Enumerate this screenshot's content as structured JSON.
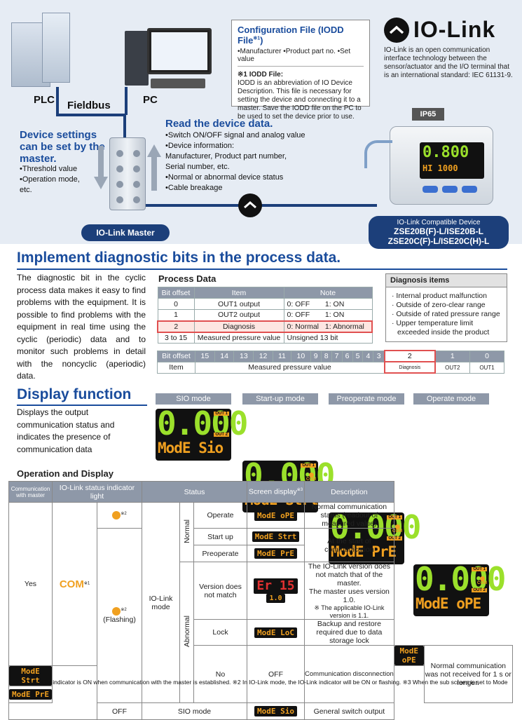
{
  "top": {
    "plc_label": "PLC",
    "fieldbus_label": "Fieldbus",
    "pc_label": "PC",
    "device_settings_heading": "Device settings can be set by the master.",
    "device_settings_items": [
      "•Threshold value",
      "•Operation mode,",
      "  etc."
    ],
    "read_heading": "Read the device data.",
    "read_items": [
      "•Switch ON/OFF signal and analog value",
      "•Device information:",
      " Manufacturer, Product part number,",
      " Serial number, etc.",
      "•Normal or abnormal device status",
      "•Cable breakage"
    ],
    "master_label": "IO-Link Master",
    "config_title": "Configuration File (IODD File",
    "config_title_sup": "※1",
    "config_title_end": ")",
    "config_sub": "•Manufacturer  •Product part no.  •Set value",
    "config_note_head": "※1  IODD File:",
    "config_note_body": "IODD is an abbreviation of IO Device Description. This file is necessary for setting the device and connecting it to a master. Save the IODD file on the PC to be used to set the device prior to use.",
    "logo_text": "IO-Link",
    "logo_desc": "IO-Link is an open communication interface technology between the sensor/actuator and the I/O terminal that is an international standard: IEC 61131-9.",
    "ip_label": "IP65",
    "device_card_line1": "IO-Link Compatible Device",
    "device_card_line2": "ZSE20B(F)-L/ISE20B-L",
    "device_card_line3": "ZSE20C(F)-L/ISE20C(H)-L",
    "sensor_main": "0.800",
    "sensor_sub": "HI 1000"
  },
  "diag": {
    "heading": "Implement diagnostic bits in the process data.",
    "body": "The diagnostic bit in the cyclic process data makes it easy to find problems with the equipment. It is possible to find problems with the equipment in real time using the cyclic (periodic) data and to monitor such problems in detail with the noncyclic (aperiodic) data.",
    "process_title": "Process Data",
    "pd_headers": [
      "Bit offset",
      "Item",
      "Note"
    ],
    "pd_rows": [
      [
        "0",
        "OUT1 output",
        "0: OFF",
        "1: ON"
      ],
      [
        "1",
        "OUT2 output",
        "0: OFF",
        "1: ON"
      ],
      [
        "2",
        "Diagnosis",
        "0: Normal",
        "1: Abnormal"
      ],
      [
        "3 to 15",
        "Measured pressure value",
        "Unsigned 13 bit",
        ""
      ]
    ],
    "bits_header": "Bit offset",
    "bits": [
      "15",
      "14",
      "13",
      "12",
      "11",
      "10",
      "9",
      "8",
      "7",
      "6",
      "5",
      "4",
      "3",
      "2",
      "1",
      "0"
    ],
    "item_label": "Item",
    "item_measured": "Measured pressure value",
    "item_diag": "Diagnosis",
    "item_out2": "OUT2",
    "item_out1": "OUT1",
    "diag_items_title": "Diagnosis items",
    "diag_items": [
      "· Internal product malfunction",
      "· Outside of zero-clear range",
      "· Outside of rated pressure range",
      "· Upper temperature limit",
      "  exceeded inside the product"
    ]
  },
  "display": {
    "heading": "Display function",
    "body": "Displays the output communication status and indicates the presence of communication data",
    "modes": [
      {
        "title": "SIO mode",
        "main": "0.000",
        "sub": "ModE Sio",
        "com": false
      },
      {
        "title": "Start-up mode",
        "main": "0.000",
        "sub": "ModE Strt",
        "com": true
      },
      {
        "title": "Preoperate mode",
        "main": "0.000",
        "sub": "ModE PrE",
        "com": true
      },
      {
        "title": "Operate mode",
        "main": "0.000",
        "sub": "ModE oPE",
        "com": true
      }
    ],
    "out1": "OUT 1",
    "out2": "OUT 2",
    "com": "COM"
  },
  "op": {
    "title": "Operation and Display",
    "h_comm": "Communication with master",
    "h_ind": "IO-Link status indicator light",
    "h_status": "Status",
    "h_screen": "Screen display",
    "h_screen_sup": "※3",
    "h_desc": "Description",
    "yes": "Yes",
    "no": "No",
    "com_label": "COM",
    "com_sup": "※1",
    "off": "OFF",
    "note2": "※2",
    "flashing": "(Flashing)",
    "iolink_mode": "IO-Link mode",
    "normal": "Normal",
    "abnormal": "Abnormal",
    "operate": "Operate",
    "startup": "Start up",
    "preoperate": "Preoperate",
    "version": "Version does not match",
    "lock": "Lock",
    "comm_disc": "Communication disconnection",
    "sio_mode": "SIO mode",
    "lcd_ope": "ModE oPE",
    "lcd_strt": "ModE Strt",
    "lcd_pre": "ModE PrE",
    "lcd_er": "Er 15",
    "lcd_er_sub": "1.0",
    "lcd_loc": "ModE LoC",
    "lcd_sio": "ModE Sio",
    "d_operate": "Normal communication status (readout of measured value)",
    "d_start": "At the start of communication",
    "d_version1": "The IO-Link version does not match that of the master.",
    "d_version2": "The master uses version 1.0.",
    "d_version3": "※ The applicable IO-Link version is 1.1.",
    "d_lock": "Backup and restore required due to data storage lock",
    "d_disc": "Normal communication was not received for 1 s or longer.",
    "d_sio": "General switch output"
  },
  "footnote": "※1  The COM indicator is ON when communication with the master is established.   ※2  In IO-Link mode, the IO-Link indicator will be ON or flashing.   ※3  When the sub screen is set to Mode",
  "colors": {
    "accent": "#1a4c9c",
    "lcd_green": "#9be02b",
    "lcd_orange": "#f0a020",
    "highlight": "#e05050"
  }
}
